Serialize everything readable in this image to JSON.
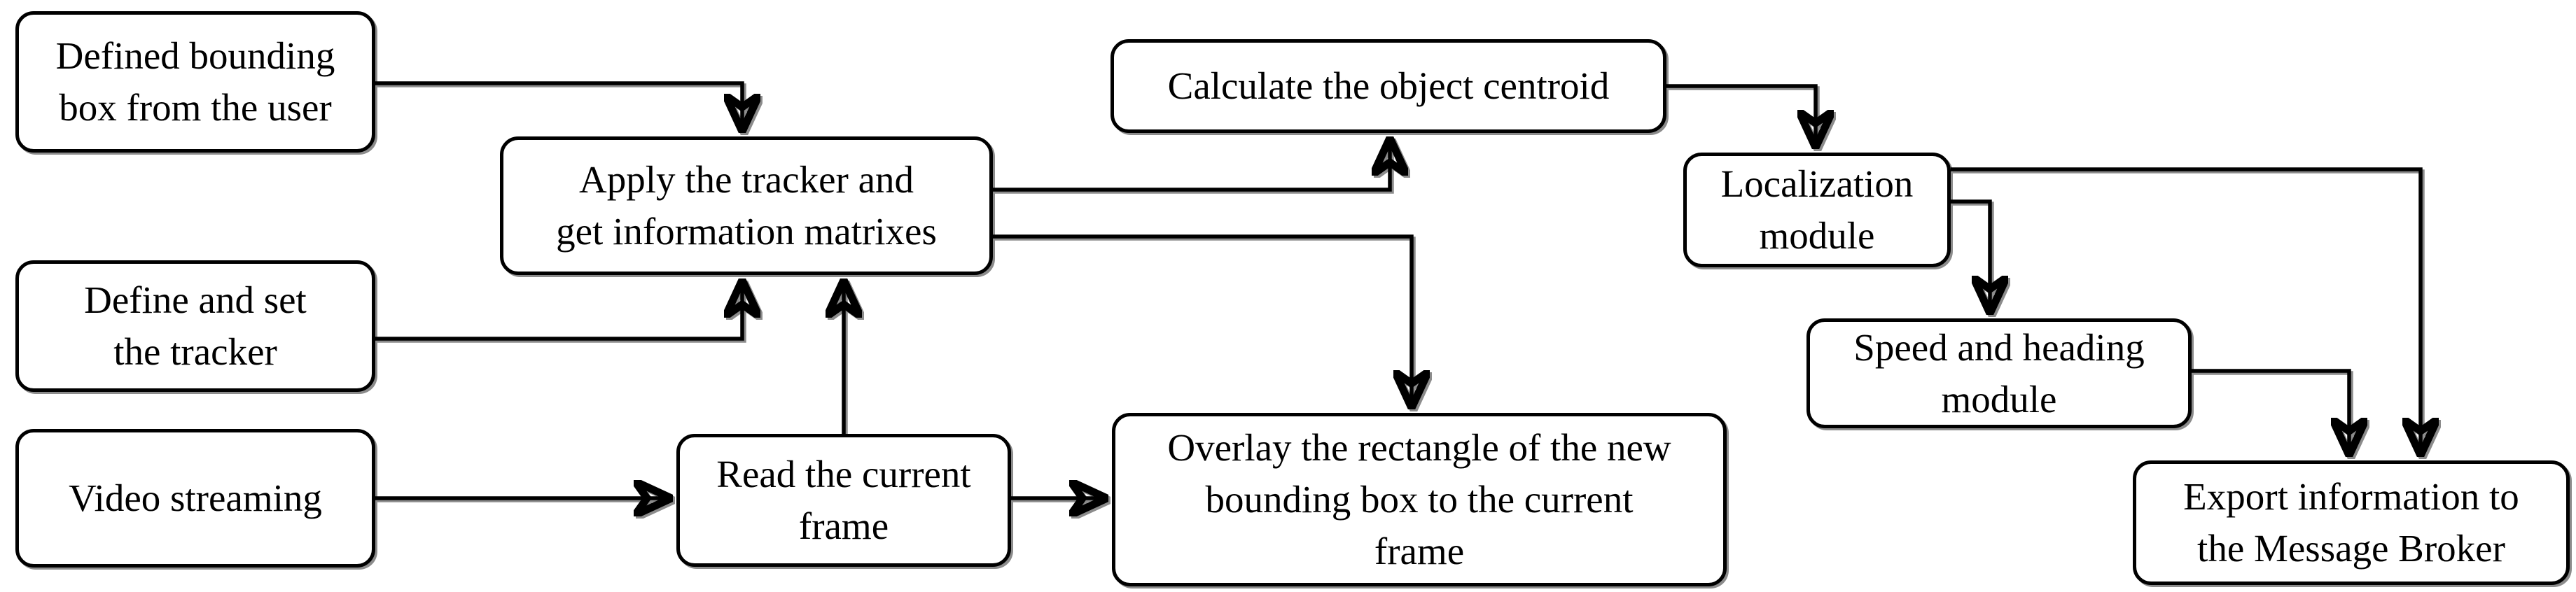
{
  "figure": {
    "type": "flowchart",
    "background_color": "#ffffff",
    "box_fill": "#ffffff",
    "box_border_color": "#000000",
    "connector_color": "#000000",
    "nodes": [
      {
        "id": "defined-bounding-box",
        "label": "Defined bounding\nbox from the user"
      },
      {
        "id": "define-set-tracker",
        "label": "Define and set\nthe tracker"
      },
      {
        "id": "video-streaming",
        "label": "Video streaming"
      },
      {
        "id": "apply-tracker",
        "label": "Apply the tracker and\nget information matrixes"
      },
      {
        "id": "read-current-frame",
        "label": "Read the current\nframe"
      },
      {
        "id": "calculate-centroid",
        "label": "Calculate the object centroid"
      },
      {
        "id": "overlay-rectangle",
        "label": "Overlay the rectangle of the new\nbounding box to the current\nframe"
      },
      {
        "id": "localization-module",
        "label": "Localization\nmodule"
      },
      {
        "id": "speed-heading-module",
        "label": "Speed and heading\nmodule"
      },
      {
        "id": "export-message-broker",
        "label": "Export information to\nthe Message Broker"
      }
    ],
    "edges": [
      {
        "from": "defined-bounding-box",
        "to": "apply-tracker"
      },
      {
        "from": "define-set-tracker",
        "to": "apply-tracker"
      },
      {
        "from": "read-current-frame",
        "to": "apply-tracker"
      },
      {
        "from": "apply-tracker",
        "to": "calculate-centroid"
      },
      {
        "from": "apply-tracker",
        "to": "overlay-rectangle"
      },
      {
        "from": "video-streaming",
        "to": "read-current-frame"
      },
      {
        "from": "read-current-frame",
        "to": "overlay-rectangle"
      },
      {
        "from": "calculate-centroid",
        "to": "localization-module"
      },
      {
        "from": "localization-module",
        "to": "export-message-broker"
      },
      {
        "from": "localization-module",
        "to": "speed-heading-module"
      },
      {
        "from": "speed-heading-module",
        "to": "export-message-broker"
      }
    ]
  }
}
